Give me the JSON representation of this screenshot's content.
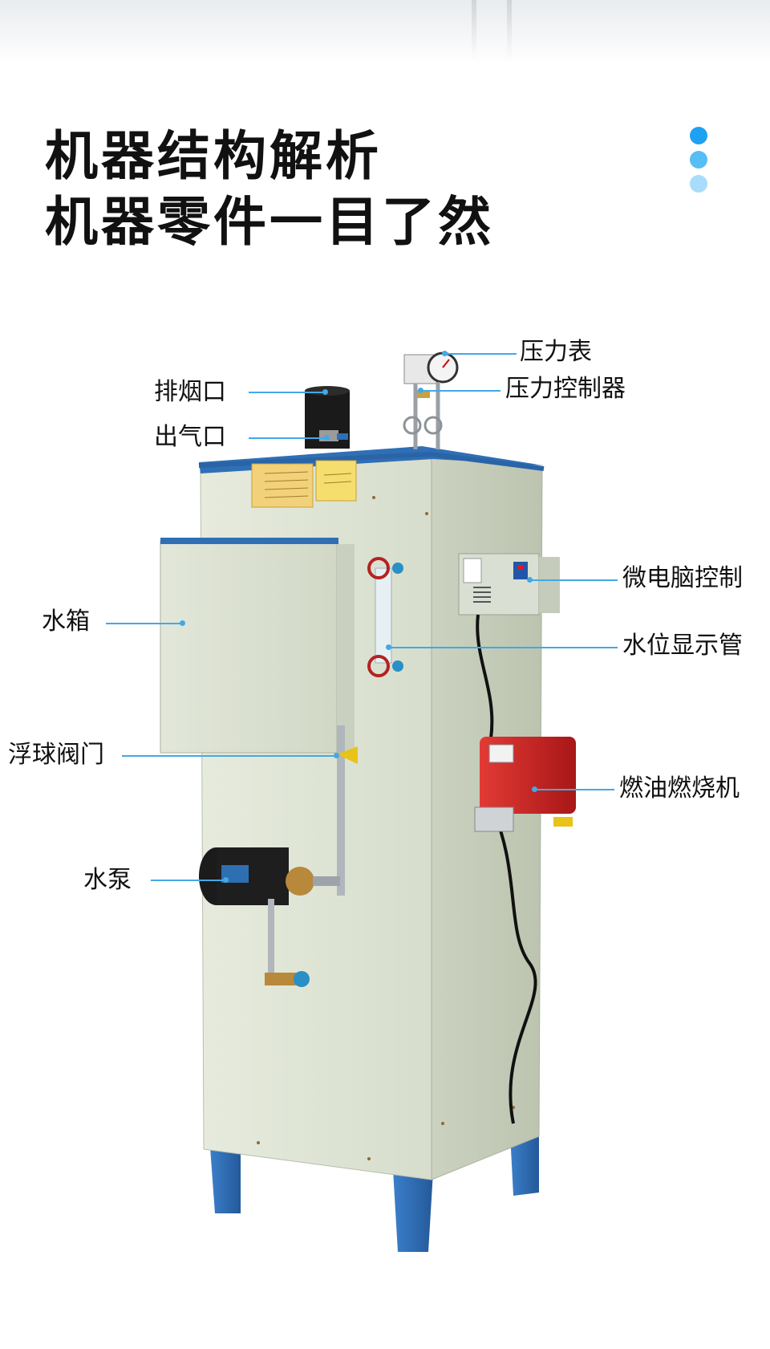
{
  "heading": {
    "line1": "机器结构解析",
    "line2": "机器零件一目了然"
  },
  "colors": {
    "accent": "#43a8e6",
    "dot_1": "#1ea1f2",
    "dot_2": "#56bdf5",
    "dot_3": "#a8dcfa",
    "cabinet": "#dfe5d5",
    "legs": "#2f6fb5",
    "burner": "#d62828"
  },
  "labels": {
    "pressure_gauge": "压力表",
    "pressure_controller": "压力控制器",
    "chimney": "排烟口",
    "steam_outlet": "出气口",
    "water_tank": "水箱",
    "microcomputer_control": "微电脑控制",
    "water_level_tube": "水位显示管",
    "float_valve": "浮球阀门",
    "oil_burner": "燃油燃烧机",
    "water_pump": "水泵"
  },
  "icons": [
    "steam-generator-illustration",
    "pressure-gauge-icon",
    "valve-wheel-icon",
    "motor-pump-icon",
    "burner-icon"
  ]
}
